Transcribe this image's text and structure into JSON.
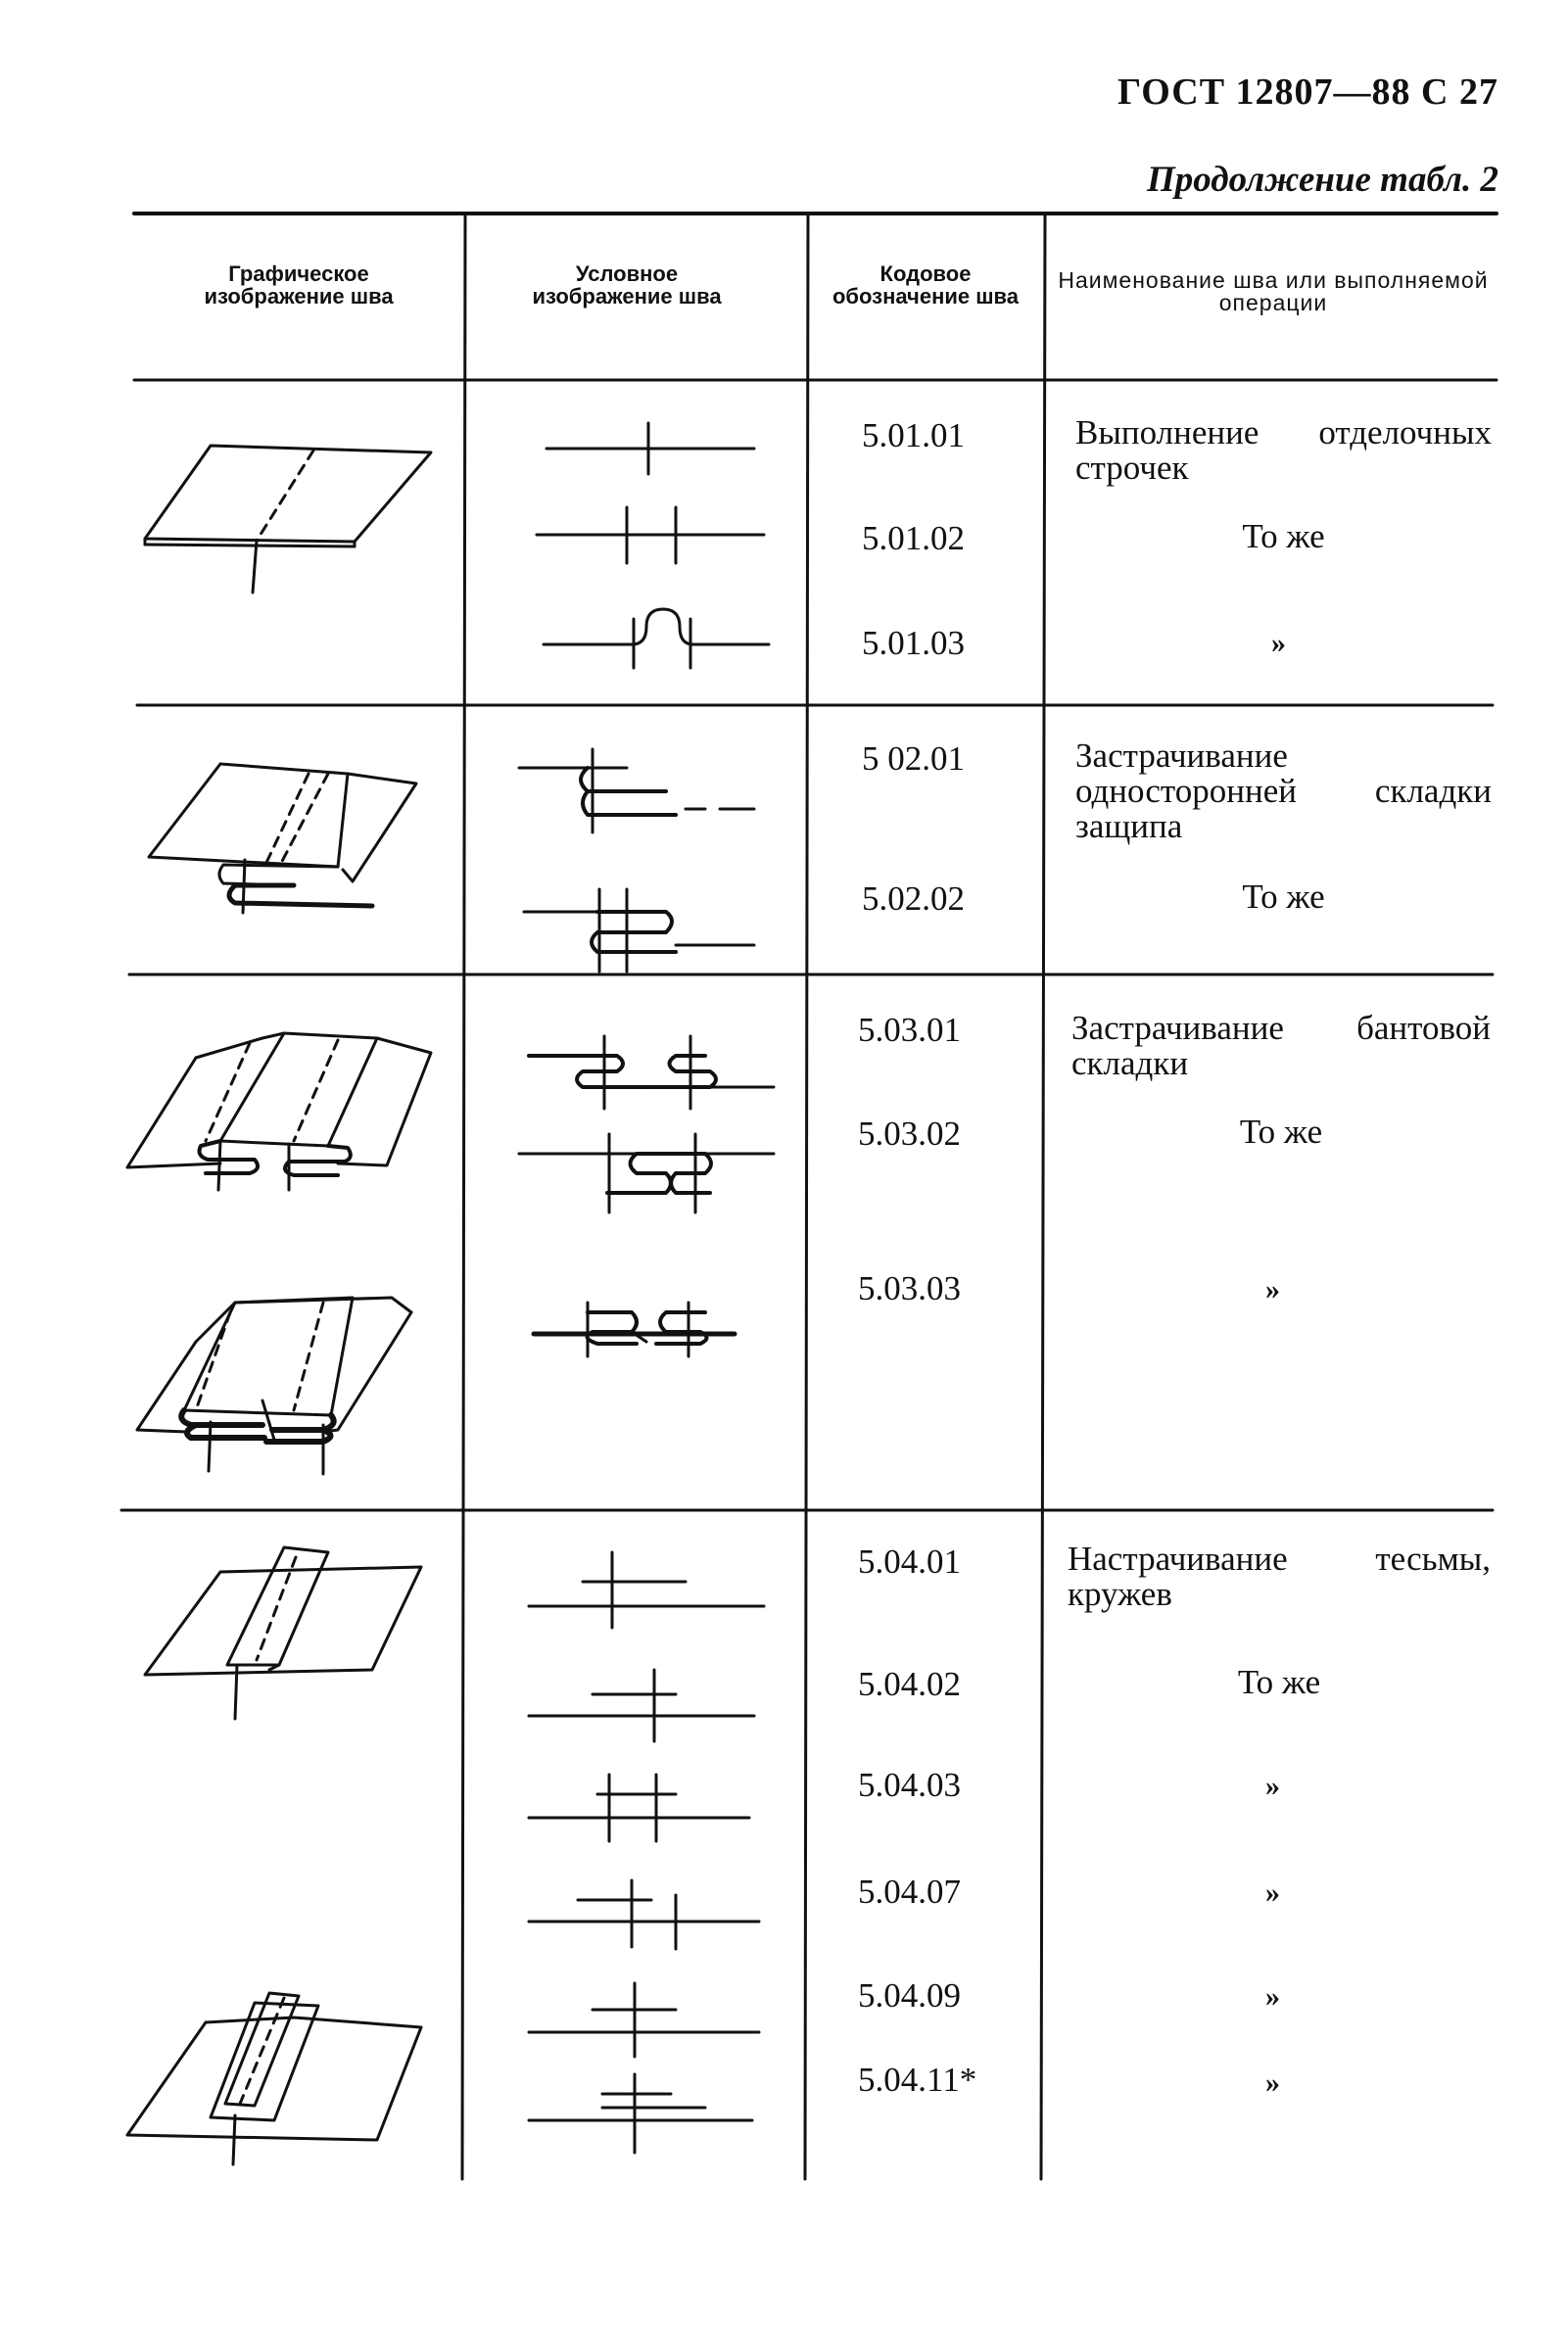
{
  "page": {
    "header": "ГОСТ 12807—88 С 27",
    "continuation": "Продолжение табл. 2"
  },
  "table": {
    "columns": [
      "Графическое изображение шва",
      "Условное изображение шва",
      "Кодовое обозначение шва",
      "Наименование шва или выполняемой операции"
    ],
    "groups": [
      {
        "rows": [
          {
            "code": "5.01.01",
            "name": "Выполнение отделочных строчек"
          },
          {
            "code": "5.01.02",
            "name": "То же"
          },
          {
            "code": "5.01.03",
            "name": "»"
          }
        ]
      },
      {
        "rows": [
          {
            "code": "5 02.01",
            "name": "Застрачивание односторонней складки защипа"
          },
          {
            "code": "5.02.02",
            "name": "То же"
          }
        ]
      },
      {
        "rows": [
          {
            "code": "5.03.01",
            "name": "Застрачивание бантовой складки"
          },
          {
            "code": "5.03.02",
            "name": "То же"
          },
          {
            "code": "5.03.03",
            "name": "»"
          }
        ]
      },
      {
        "rows": [
          {
            "code": "5.04.01",
            "name": "Настрачивание тесьмы, кружев"
          },
          {
            "code": "5.04.02",
            "name": "То же"
          },
          {
            "code": "5.04.03",
            "name": "»"
          },
          {
            "code": "5.04.07",
            "name": "»"
          },
          {
            "code": "5.04.09",
            "name": "»"
          },
          {
            "code": "5.04.11*",
            "name": "»"
          }
        ]
      }
    ]
  }
}
